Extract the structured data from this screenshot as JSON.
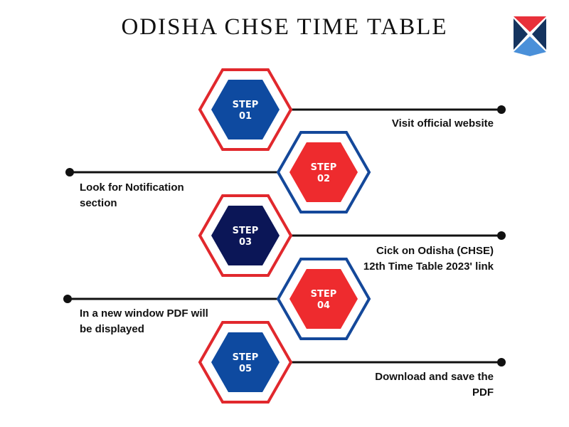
{
  "title": "ODISHA CHSE TIME TABLE",
  "logo": {
    "icon": "shield-x-logo",
    "colors": [
      "#e8303a",
      "#15345f",
      "#4a90d9"
    ]
  },
  "steps": [
    {
      "label": "STEP",
      "number": "01",
      "description": "Visit official website",
      "side": "right",
      "fill": "#0e4aa0",
      "border": "#e1282d"
    },
    {
      "label": "STEP",
      "number": "02",
      "description": "Look for Notification\nsection",
      "side": "left",
      "fill": "#ee2b2e",
      "border": "#14489a"
    },
    {
      "label": "STEP",
      "number": "03",
      "description": "Cick on Odisha (CHSE)\n12th Time Table 2023' link",
      "side": "right",
      "fill": "#0b1657",
      "border": "#e1282d"
    },
    {
      "label": "STEP",
      "number": "04",
      "description": "In a new window PDF will\nbe displayed",
      "side": "left",
      "fill": "#ee2b2e",
      "border": "#14489a"
    },
    {
      "label": "STEP",
      "number": "05",
      "description": "Download and save the\nPDF",
      "side": "right",
      "fill": "#0e4aa0",
      "border": "#e1282d"
    }
  ]
}
